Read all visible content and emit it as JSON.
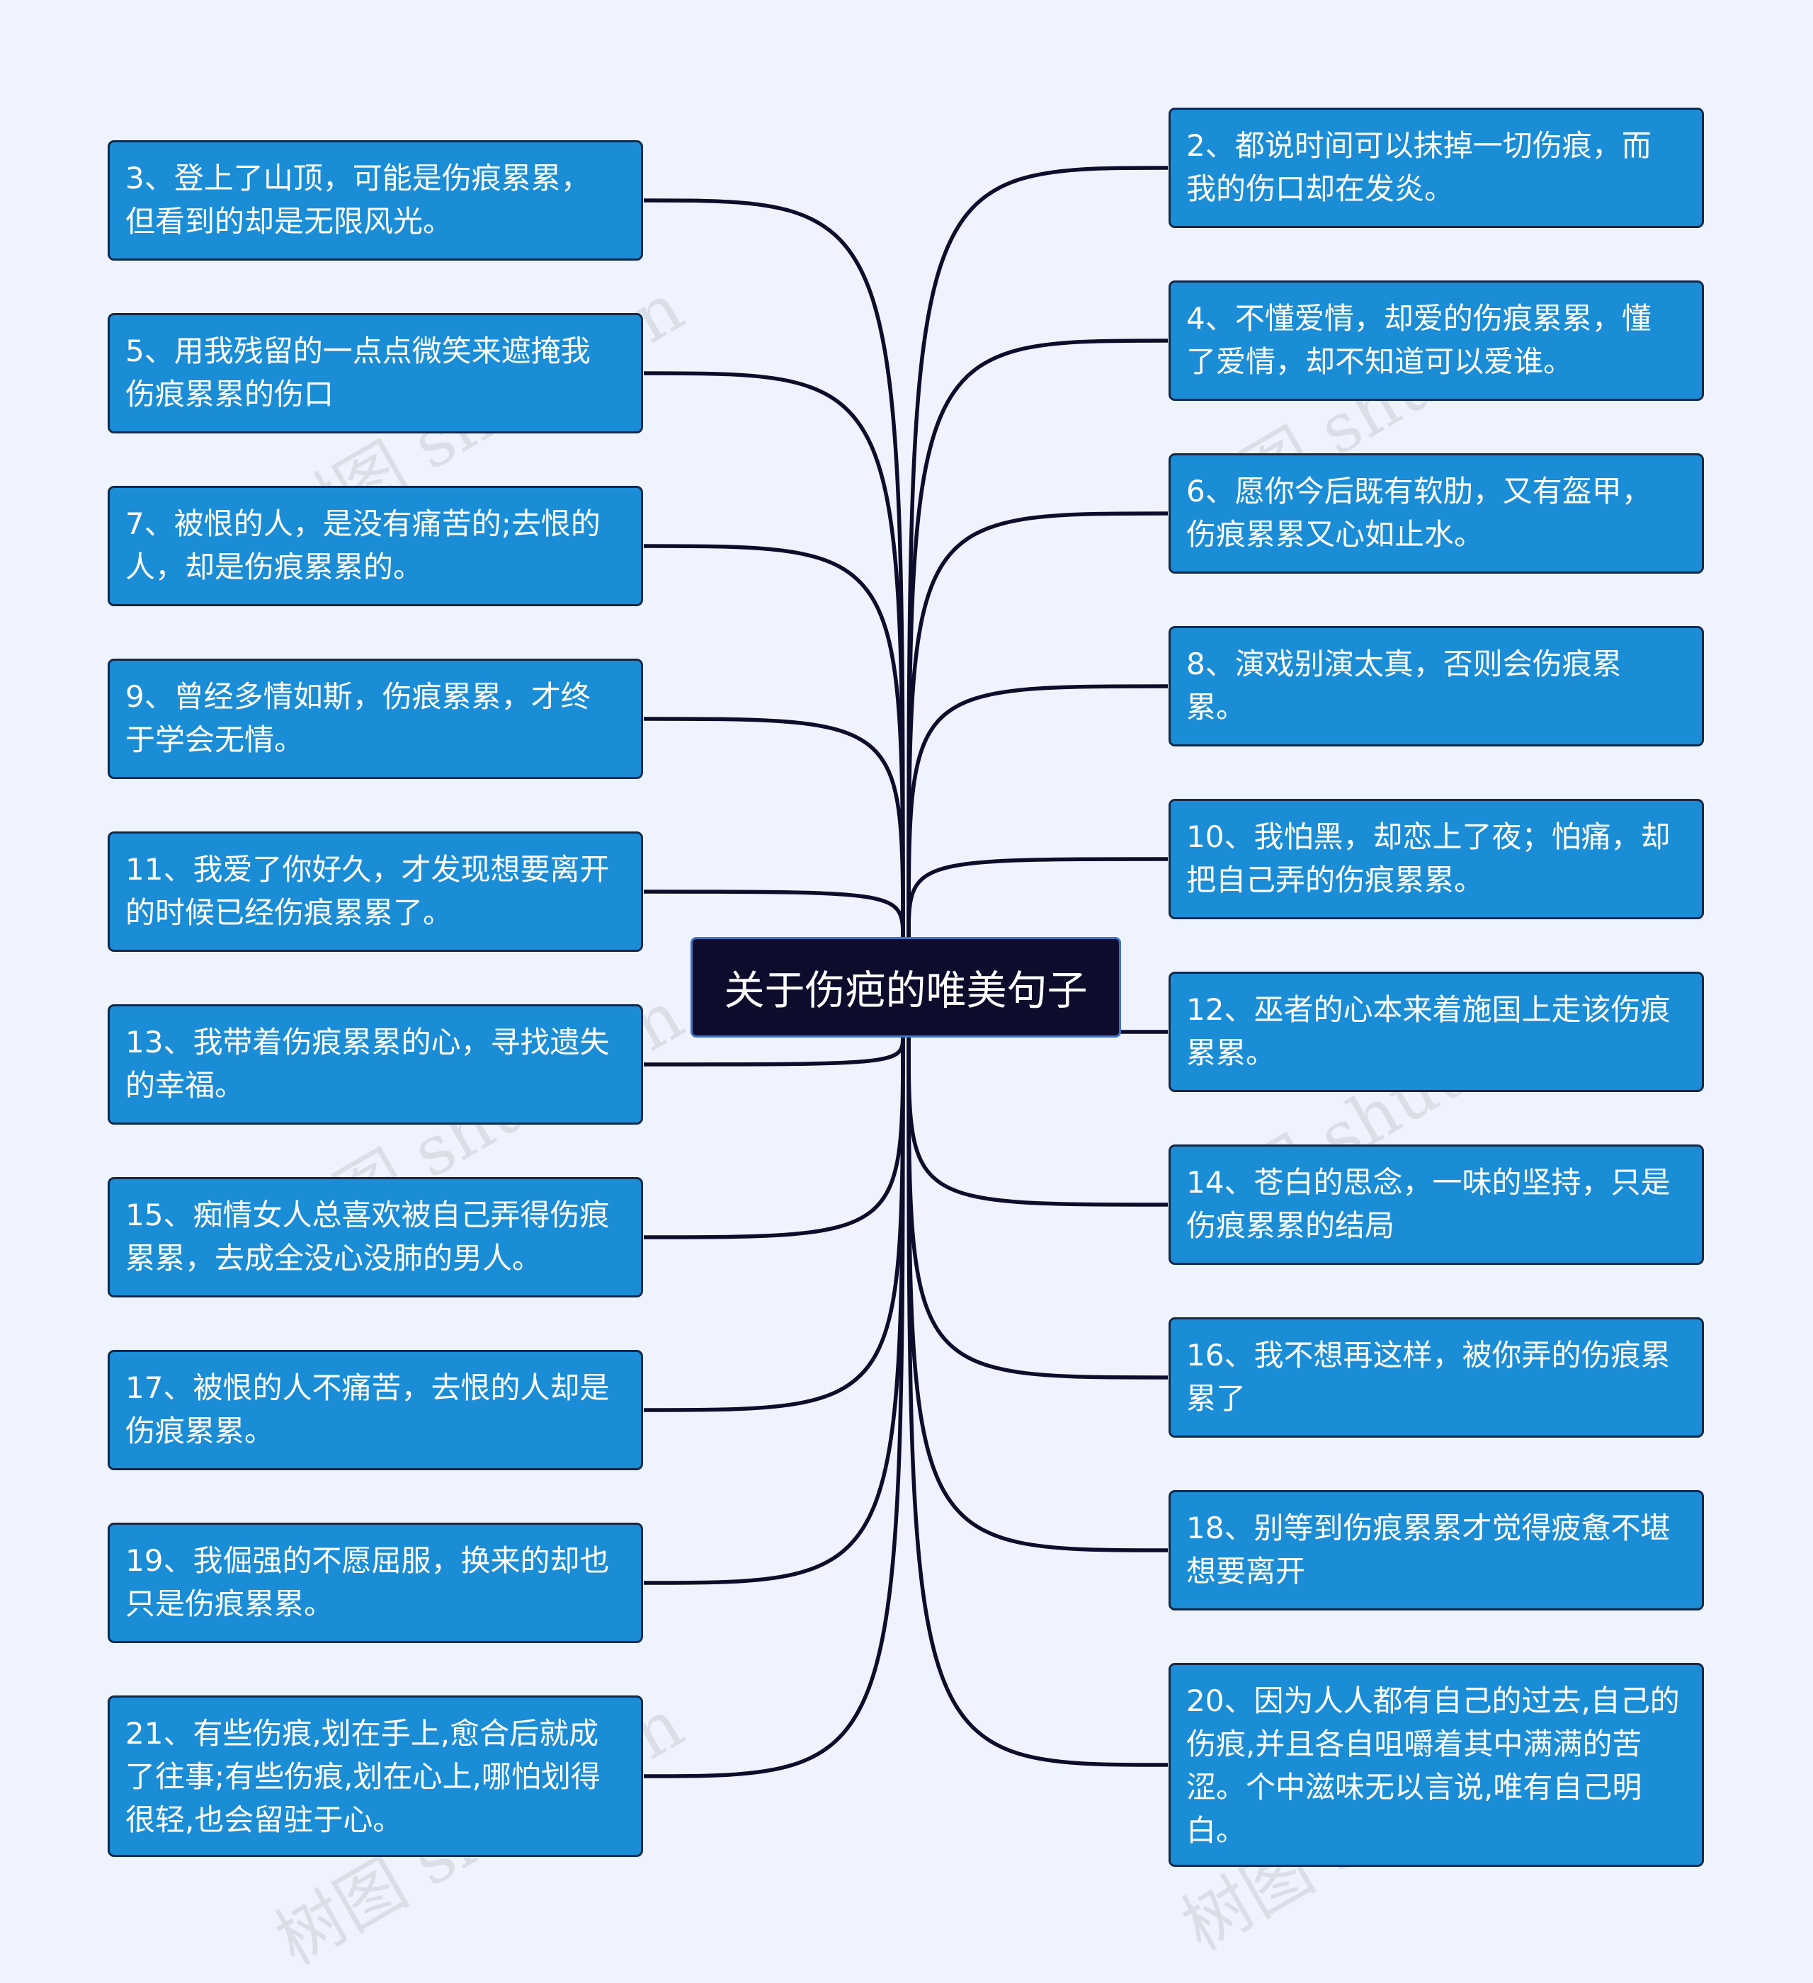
{
  "root": {
    "title": "关于伤疤的唯美句子"
  },
  "left_nodes": [
    {
      "text": "3、登上了山顶，可能是伤痕累累，但看到的却是无限风光。"
    },
    {
      "text": "5、用我残留的一点点微笑来遮掩我伤痕累累的伤口"
    },
    {
      "text": "7、被恨的人，是没有痛苦的;去恨的人，却是伤痕累累的。"
    },
    {
      "text": "9、曾经多情如斯，伤痕累累，才终于学会无情。"
    },
    {
      "text": "11、我爱了你好久，才发现想要离开的时候已经伤痕累累了。"
    },
    {
      "text": "13、我带着伤痕累累的心，寻找遗失的幸福。"
    },
    {
      "text": "15、痴情女人总喜欢被自己弄得伤痕累累，去成全没心没肺的男人。"
    },
    {
      "text": "17、被恨的人不痛苦，去恨的人却是伤痕累累。"
    },
    {
      "text": "19、我倔强的不愿屈服，换来的却也只是伤痕累累。"
    },
    {
      "text": "21、有些伤痕,划在手上,愈合后就成了往事;有些伤痕,划在心上,哪怕划得很轻,也会留驻于心。"
    }
  ],
  "right_nodes": [
    {
      "text": "2、都说时间可以抹掉一切伤痕，而我的伤口却在发炎。"
    },
    {
      "text": "4、不懂爱情，却爱的伤痕累累，懂了爱情，却不知道可以爱谁。"
    },
    {
      "text": "6、愿你今后既有软肋，又有盔甲，伤痕累累又心如止水。"
    },
    {
      "text": "8、演戏别演太真，否则会伤痕累累。"
    },
    {
      "text": "10、我怕黑，却恋上了夜；怕痛，却把自己弄的伤痕累累。"
    },
    {
      "text": "12、巫者的心本来着施国上走该伤痕累累。"
    },
    {
      "text": "14、苍白的思念，一味的坚持，只是伤痕累累的结局"
    },
    {
      "text": "16、我不想再这样，被你弄的伤痕累累了"
    },
    {
      "text": "18、别等到伤痕累累才觉得疲惫不堪想要离开"
    },
    {
      "text": "20、因为人人都有自己的过去,自己的伤痕,并且各自咀嚼着其中满满的苦涩。个中滋味无以言说,唯有自己明白。"
    }
  ],
  "watermark": {
    "text": "树图 shutu.cn"
  },
  "colors": {
    "background": "#eef3fd",
    "node_fill": "#1a8dd6",
    "node_border": "#13294a",
    "root_fill": "#0d0c2c",
    "root_border": "#3f74c9",
    "connector": "#0d0d2b"
  }
}
